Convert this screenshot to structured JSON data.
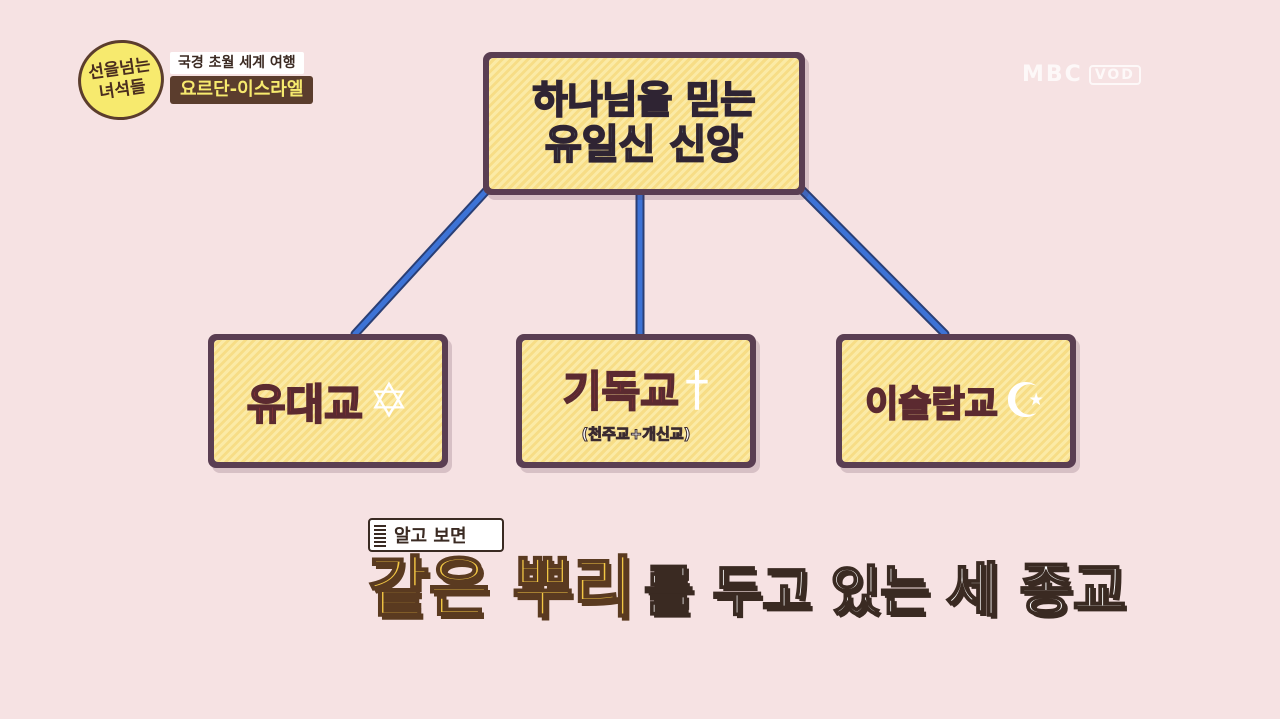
{
  "show": {
    "logo_line1": "선을넘는",
    "logo_line2": "녀석들",
    "subtitle": "국경 초월 세계 여행",
    "location": "요르단-이스라엘"
  },
  "watermark": {
    "brand": "MBC",
    "vod": "VOD"
  },
  "diagram": {
    "root": {
      "line1": "하나님을 믿는",
      "line2": "유일신 신앙"
    },
    "children": [
      {
        "name": "유대교",
        "symbol": "✡",
        "icon": "star-of-david-icon"
      },
      {
        "name": "기독교",
        "symbol": "†",
        "icon": "cross-icon",
        "sub": "(천주교+개신교)"
      },
      {
        "name": "이슬람교",
        "symbol": "☪",
        "icon": "crescent-star-icon"
      }
    ],
    "colors": {
      "link": "#3d73d6",
      "box_border": "#5a3e52",
      "root_text": "#a9e4d6",
      "child_text": "#e4433f"
    }
  },
  "caption": {
    "tag": "알고 보면",
    "highlight": "같은 뿌리",
    "middle": "를 두고 있는",
    "end": "세 종교"
  }
}
